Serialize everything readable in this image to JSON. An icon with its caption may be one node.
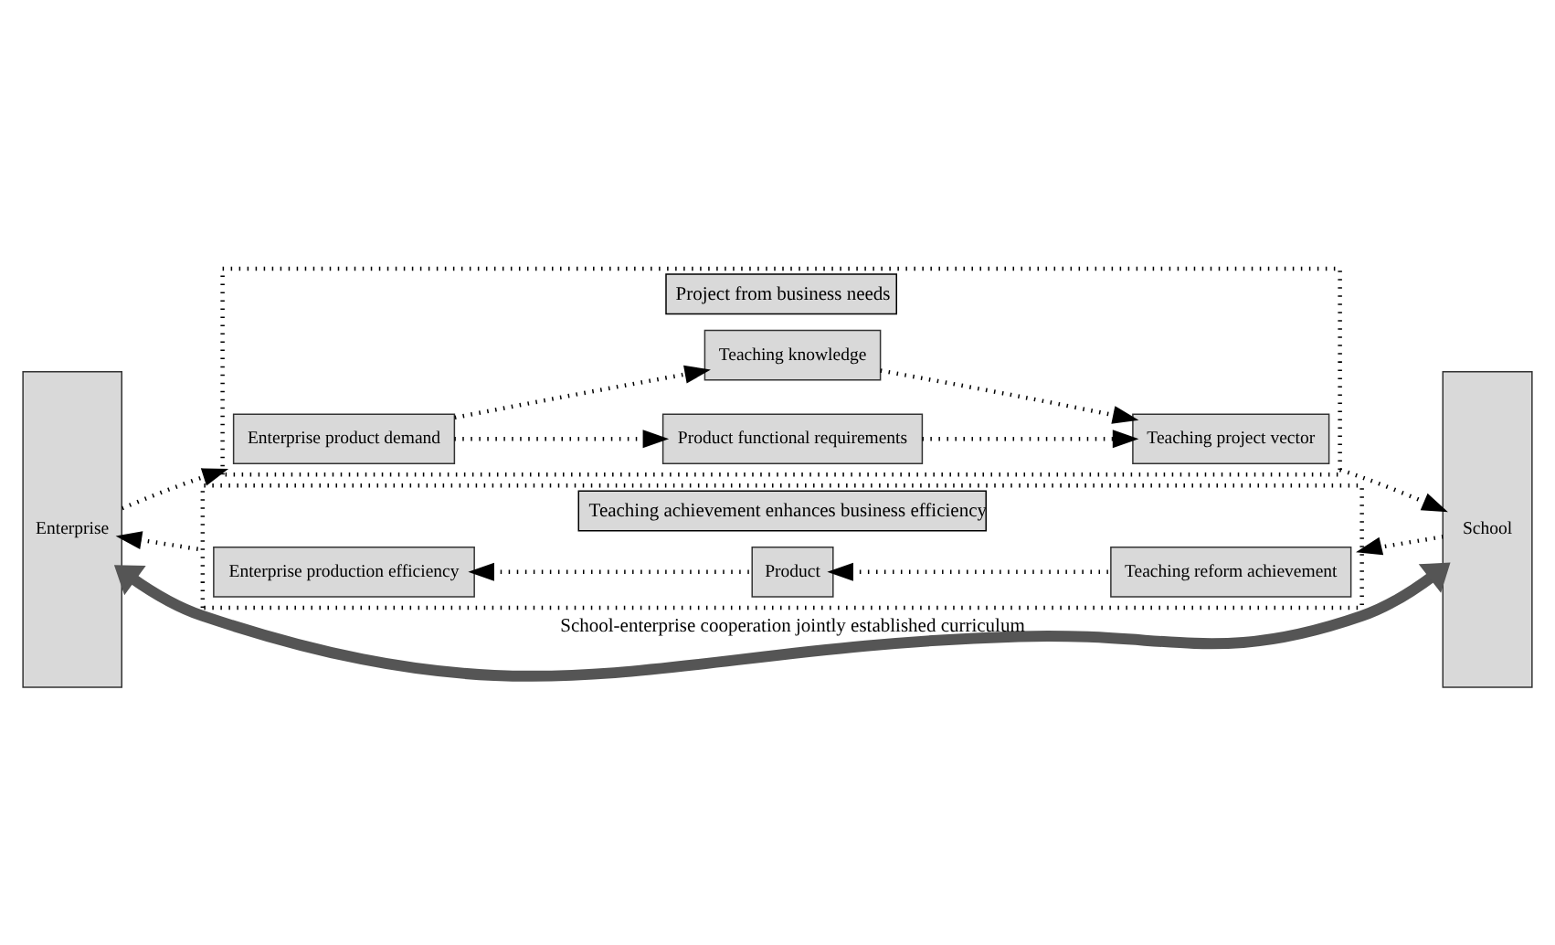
{
  "diagram": {
    "nodes": [
      {
        "text": [
          "Enterprise"
        ]
      },
      {
        "text": [
          "Project from business needs"
        ]
      },
      {
        "text": [
          "Enterprise product demand"
        ],
        "in": 1
      },
      {
        "text": [
          "Product functional requirements"
        ],
        "in": 1
      },
      {
        "text": [
          "Teaching knowledge"
        ],
        "in": 1
      },
      {
        "text": [
          "Teaching project vector"
        ],
        "in": 1
      },
      {
        "text": [
          "School"
        ]
      },
      {
        "text": [
          "Teaching achievement enhances business efficiency"
        ]
      },
      {
        "text": [
          "Teaching reform achievement"
        ],
        "in": 7
      },
      {
        "text": [
          "Product"
        ],
        "in": 7
      },
      {
        "text": [
          "Enterprise production efficiency"
        ],
        "in": 7
      }
    ],
    "edges": [
      {
        "from": 0,
        "to": 1,
        "arrow": "to",
        "style": "dashed"
      },
      {
        "from": 2,
        "to": 3,
        "arrow": "to",
        "style": "dashed"
      },
      {
        "from": 2,
        "to": 4,
        "arrow": "to",
        "style": "dashed"
      },
      {
        "from": 3,
        "to": 5,
        "arrow": "to",
        "style": "dashed"
      },
      {
        "from": 4,
        "to": 5,
        "arrow": "to",
        "style": "dashed"
      },
      {
        "from": 1,
        "to": 6,
        "arrow": "to",
        "style": "dashed"
      },
      {
        "from": 0,
        "to": 6,
        "arrow": "both",
        "style": "thick",
        "label": "School-enterprise cooperation jointly established curriculum"
      },
      {
        "from": 6,
        "to": 7,
        "arrow": "to",
        "style": "dashed"
      },
      {
        "from": 8,
        "to": 9,
        "arrow": "to",
        "style": "dashed"
      },
      {
        "from": 9,
        "to": 10,
        "arrow": "to",
        "style": "dashed"
      },
      {
        "from": 7,
        "to": 0,
        "arrow": "to",
        "style": "dashed"
      }
    ]
  }
}
